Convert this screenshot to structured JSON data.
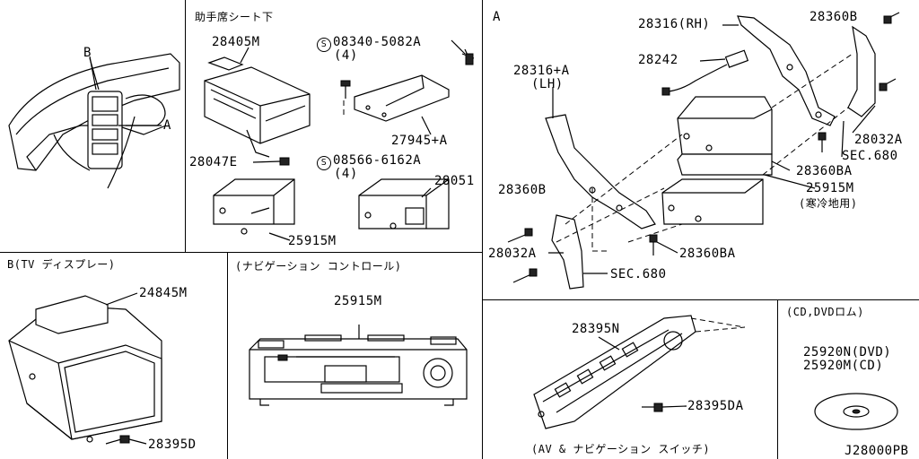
{
  "section_a_label": "A",
  "overview": {
    "label_a": "A",
    "label_b": "B"
  },
  "passenger_seat": {
    "title": "助手席シート下",
    "p28405m": "28405M",
    "p08340": "08340-5082A",
    "p08340_qty": "(4)",
    "screw_marker": "S",
    "p27945": "27945+A",
    "p28047e": "28047E",
    "p08566": "08566-6162A",
    "p08566_qty": "(4)",
    "p28051": "28051",
    "p25915m": "25915M"
  },
  "mount": {
    "p28316rh": "28316(RH)",
    "p28360b_top": "28360B",
    "p28242": "28242",
    "p28316lh": "28316+A",
    "p28316lh_side": "(LH)",
    "p28032a_r": "28032A",
    "sec680_r": "SEC.680",
    "p28360ba_r": "28360BA",
    "p25915m": "25915M",
    "p25915m_note": "(寒冷地用)",
    "p28360b_l": "28360B",
    "p28360ba_b": "28360BA",
    "p28032a_l": "28032A",
    "sec680_b": "SEC.680"
  },
  "display": {
    "title": "B(TV ディスプレー)",
    "p24845m": "24845M",
    "p28395d": "28395D"
  },
  "navcontrol": {
    "title": "(ナビゲーション コントロール)",
    "p25915m": "25915M"
  },
  "avswitch": {
    "p28395n": "28395N",
    "p28395da": "28395DA",
    "caption": "(AV & ナビゲーション スイッチ)"
  },
  "disc": {
    "title": "(CD,DVDロム)",
    "p25920n": "25920N(DVD)",
    "p25920m": "25920M(CD)"
  },
  "diagram_code": "J28000PB"
}
